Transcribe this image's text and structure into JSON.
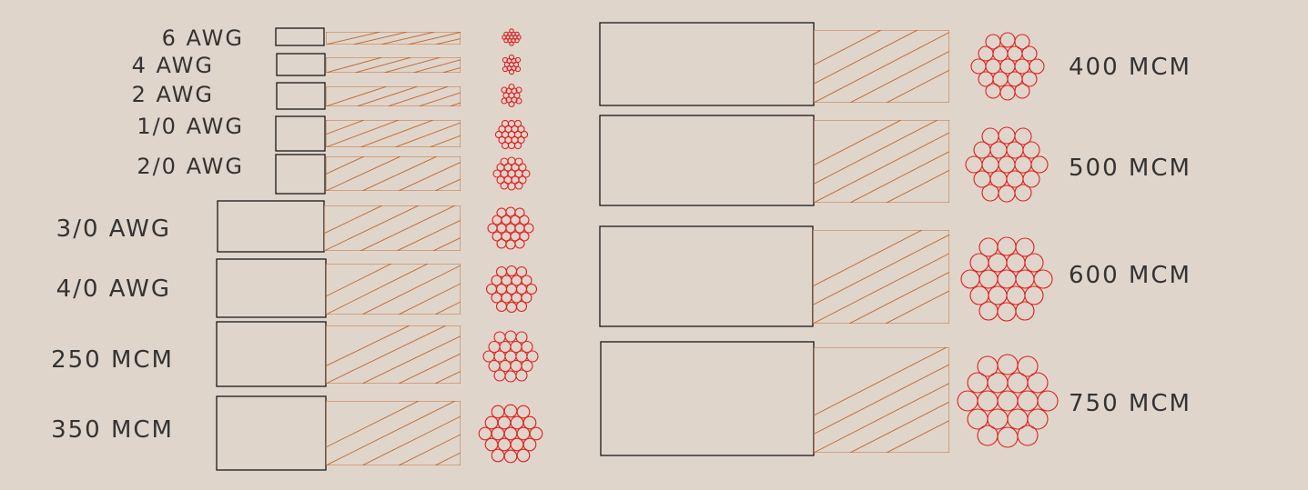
{
  "colors": {
    "background": "#e0d5cb",
    "insulation_outline": "#1a1a1a",
    "conductor_hatch": "#c0703a",
    "strand_outline": "#e02020",
    "label_text": "#333333"
  },
  "cables": [
    {
      "label": "6 AWG"
    },
    {
      "label": "4 AWG"
    },
    {
      "label": "2 AWG"
    },
    {
      "label": "1/0 AWG"
    },
    {
      "label": "2/0 AWG"
    },
    {
      "label": "3/0 AWG"
    },
    {
      "label": "4/0 AWG"
    },
    {
      "label": "250 MCM"
    },
    {
      "label": "350 MCM"
    },
    {
      "label": "400 MCM"
    },
    {
      "label": "500 MCM"
    },
    {
      "label": "600 MCM"
    },
    {
      "label": "750 MCM"
    }
  ]
}
